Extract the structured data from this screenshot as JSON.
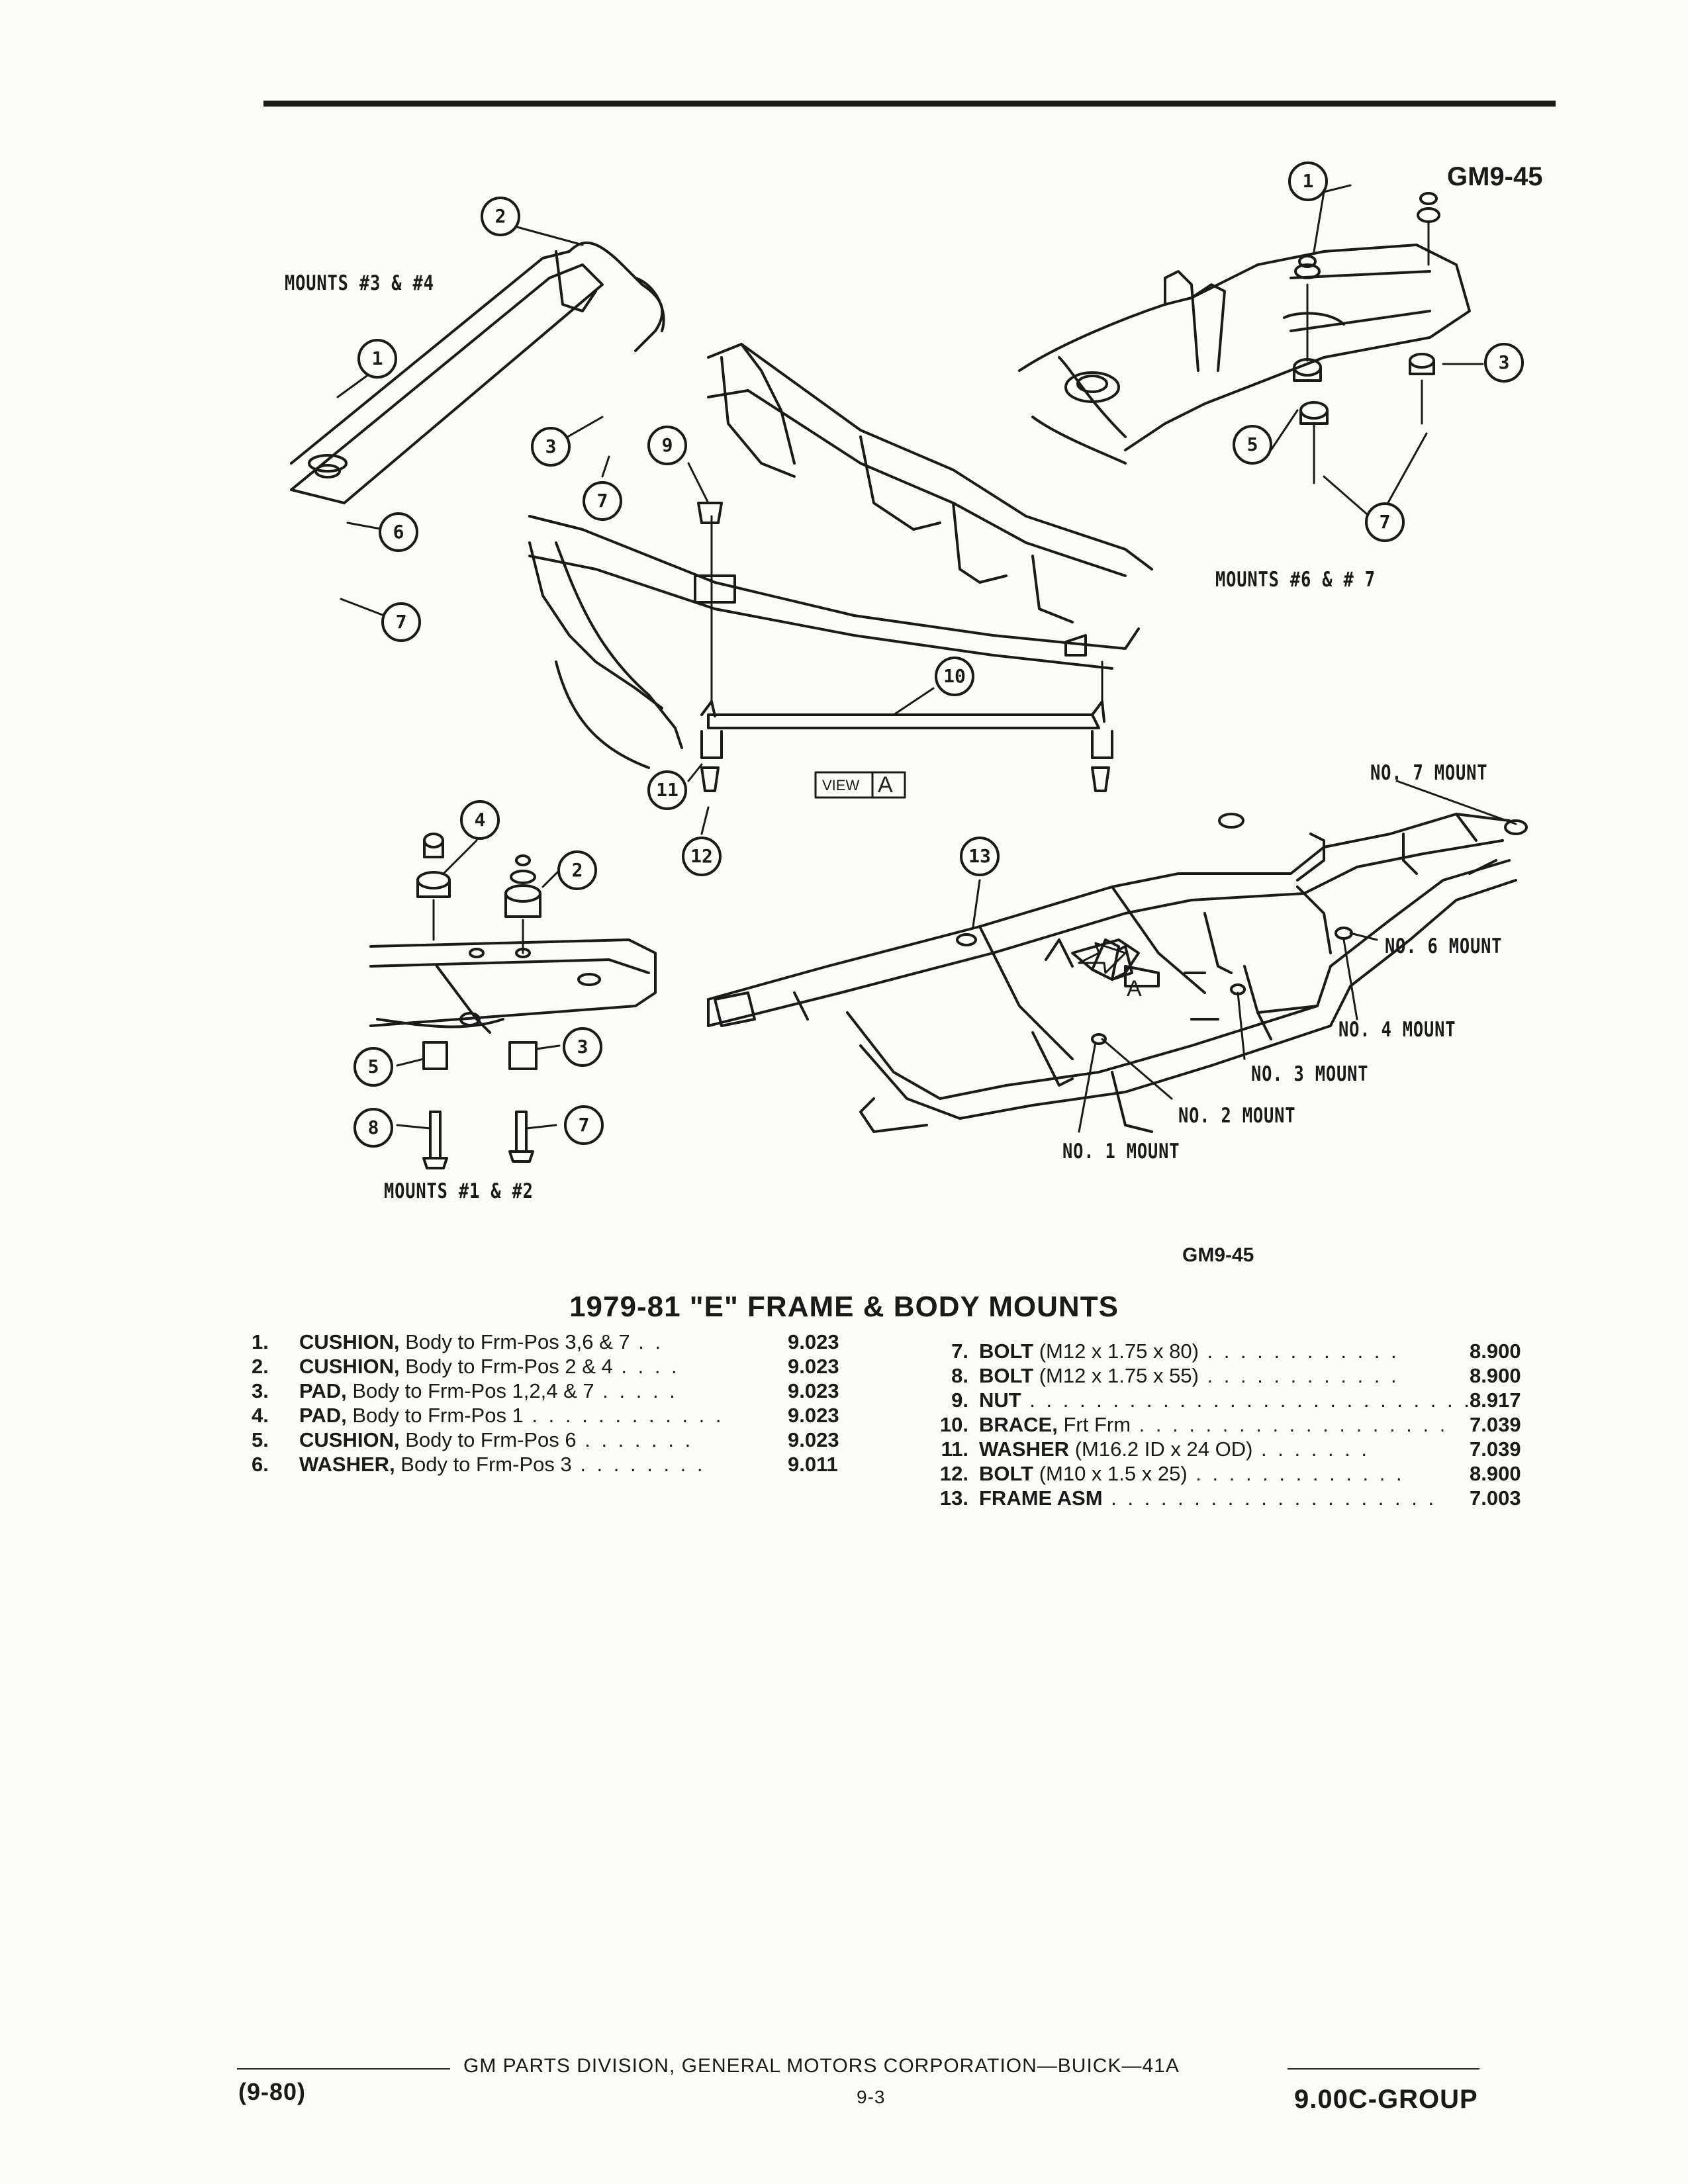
{
  "figure": {
    "code_top": "GM9-45",
    "code_bottom": "GM9-45",
    "labels": {
      "mounts_3_4": "MOUNTS #3 & #4",
      "mounts_6_7": "MOUNTS #6 & # 7",
      "mounts_1_2": "MOUNTS #1 & #2",
      "view_word": "VIEW",
      "view_letter": "A",
      "arrow_letter": "A",
      "no7": "NO. 7 MOUNT",
      "no6": "NO. 6 MOUNT",
      "no4": "NO. 4 MOUNT",
      "no3": "NO. 3 MOUNT",
      "no2": "NO. 2 MOUNT",
      "no1": "NO. 1 MOUNT"
    },
    "callouts": [
      "1",
      "2",
      "3",
      "4",
      "5",
      "6",
      "7",
      "8",
      "9",
      "10",
      "11",
      "12",
      "13"
    ]
  },
  "section_title": "1979-81 \"E\" FRAME & BODY MOUNTS",
  "parts_left": [
    {
      "num": "1.",
      "name": "CUSHION,",
      "desc": " Body to Frm-Pos 3,6 & 7",
      "dots": " . .",
      "code": "9.023"
    },
    {
      "num": "2.",
      "name": "CUSHION,",
      "desc": " Body to Frm-Pos 2 & 4",
      "dots": " . . . .",
      "code": "9.023"
    },
    {
      "num": "3.",
      "name": "PAD,",
      "desc": " Body to Frm-Pos 1,2,4 & 7",
      "dots": " . . . . .",
      "code": "9.023"
    },
    {
      "num": "4.",
      "name": "PAD,",
      "desc": " Body to Frm-Pos 1",
      "dots": " . . . . . . . . . . . .",
      "code": "9.023"
    },
    {
      "num": "5.",
      "name": "CUSHION,",
      "desc": " Body to Frm-Pos 6",
      "dots": " . . . . . . .",
      "code": "9.023"
    },
    {
      "num": "6.",
      "name": "WASHER,",
      "desc": " Body to Frm-Pos 3",
      "dots": " . . . . . . . .",
      "code": "9.011"
    }
  ],
  "parts_right": [
    {
      "num": "7.",
      "name": "BOLT",
      "desc": " (M12 x 1.75 x 80)",
      "dots": " . . . . . . . . . . . .",
      "code": "8.900"
    },
    {
      "num": "8.",
      "name": "BOLT",
      "desc": " (M12 x 1.75 x 55)",
      "dots": " . . . . . . . . . . . .",
      "code": "8.900"
    },
    {
      "num": "9.",
      "name": "NUT",
      "desc": "",
      "dots": " . . . . . . . . . . . . . . . . . . . . . . . . . . . .",
      "code": "8.917"
    },
    {
      "num": "10.",
      "name": "BRACE,",
      "desc": " Frt Frm",
      "dots": " . . . . . . . . . . . . . . . . . . .",
      "code": "7.039"
    },
    {
      "num": "11.",
      "name": "WASHER",
      "desc": " (M16.2 ID x 24 OD)",
      "dots": " . . . . . . .",
      "code": "7.039"
    },
    {
      "num": "12.",
      "name": "BOLT",
      "desc": " (M10 x 1.5 x 25)",
      "dots": " . . . . . . . . . . . . .",
      "code": "8.900"
    },
    {
      "num": "13.",
      "name": "FRAME ASM",
      "desc": "",
      "dots": " . . . . . . . . . . . . . . . . . . . .",
      "code": "7.003"
    }
  ],
  "footer": {
    "corp": "GM PARTS DIVISION, GENERAL MOTORS CORPORATION—BUICK—41A",
    "date": "(9-80)",
    "page": "9-3",
    "group": "9.00C-GROUP"
  }
}
